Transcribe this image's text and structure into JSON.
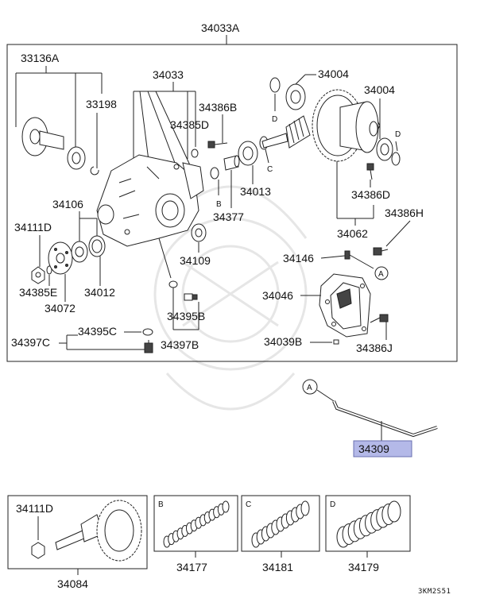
{
  "diagram": {
    "assembly_label": "34033A",
    "callouts": {
      "c33136A": "33136A",
      "c33198": "33198",
      "c34033": "34033",
      "c34386B": "34386B",
      "c34385D": "34385D",
      "c34004a": "34004",
      "c34004b": "34004",
      "c34013": "34013",
      "c34377": "34377",
      "c34106": "34106",
      "c34111D": "34111D",
      "c34385E": "34385E",
      "c34072": "34072",
      "c34012": "34012",
      "c34109": "34109",
      "c34386D": "34386D",
      "c34386H": "34386H",
      "c34062": "34062",
      "c34146": "34146",
      "c34046": "34046",
      "c34395B": "34395B",
      "c34395C": "34395C",
      "c34397C": "34397C",
      "c34397B": "34397B",
      "c34039B": "34039B",
      "c34386J": "34386J",
      "c34309": "34309",
      "c34111D_sub": "34111D",
      "c34084": "34084",
      "c34177": "34177",
      "c34181": "34181",
      "c34179": "34179"
    },
    "letter_marks": {
      "D1": "D",
      "D2": "D",
      "C1": "C",
      "B1": "B",
      "A_ref1": "A",
      "A_ref2": "A",
      "box_B": "B",
      "box_C": "C",
      "box_D": "D"
    },
    "diagram_code": "3KM2S51",
    "highlight_color": "#b4b9e8"
  }
}
